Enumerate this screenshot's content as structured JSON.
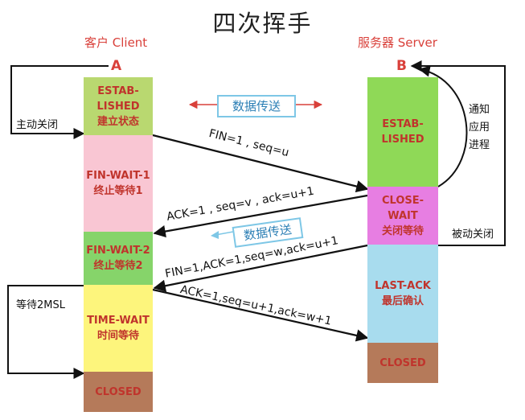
{
  "title": "四次挥手",
  "client": {
    "label": "客户 Client",
    "letter": "A"
  },
  "server": {
    "label": "服务器 Server",
    "letter": "B"
  },
  "client_states": [
    {
      "lines": [
        "ESTAB-",
        "LISHED",
        "建立状态"
      ],
      "color": "#b9d870"
    },
    {
      "lines": [
        "FIN-WAIT-1",
        "终止等待1"
      ],
      "color": "#f9c6d3"
    },
    {
      "lines": [
        "FIN-WAIT-2",
        "终止等待2"
      ],
      "color": "#86d46a"
    },
    {
      "lines": [
        "TIME-WAIT",
        "时间等待"
      ],
      "color": "#fdf57c"
    },
    {
      "lines": [
        "CLOSED"
      ],
      "color": "#b57a5a"
    }
  ],
  "server_states": [
    {
      "lines": [
        "ESTAB-",
        "LISHED"
      ],
      "color": "#8fd957"
    },
    {
      "lines": [
        "CLOSE-WAIT",
        "关闭等待"
      ],
      "color": "#e77ee2"
    },
    {
      "lines": [
        "LAST-ACK",
        "最后确认"
      ],
      "color": "#a8dcee"
    },
    {
      "lines": [
        "CLOSED"
      ],
      "color": "#b57a5a"
    }
  ],
  "messages": [
    "FIN=1 , seq=u",
    "ACK=1 , seq=v , ack=u+1",
    "FIN=1,ACK=1,seq=w,ack=u+1",
    "ACK=1,seq=u+1,ack=w+1"
  ],
  "data_transfer_top": "数据传送",
  "data_transfer_mid": "数据传送",
  "notes": {
    "active_close": "主动关闭",
    "passive_close": "被动关闭",
    "notify_app": [
      "通知",
      "应用",
      "进程"
    ],
    "wait_2msl": "等待2MSL"
  },
  "colors": {
    "arrow": "#111111",
    "accent_red": "#d9403a",
    "bubble_border": "#7ec7e6",
    "bubble_text": "#2c7fb5"
  }
}
